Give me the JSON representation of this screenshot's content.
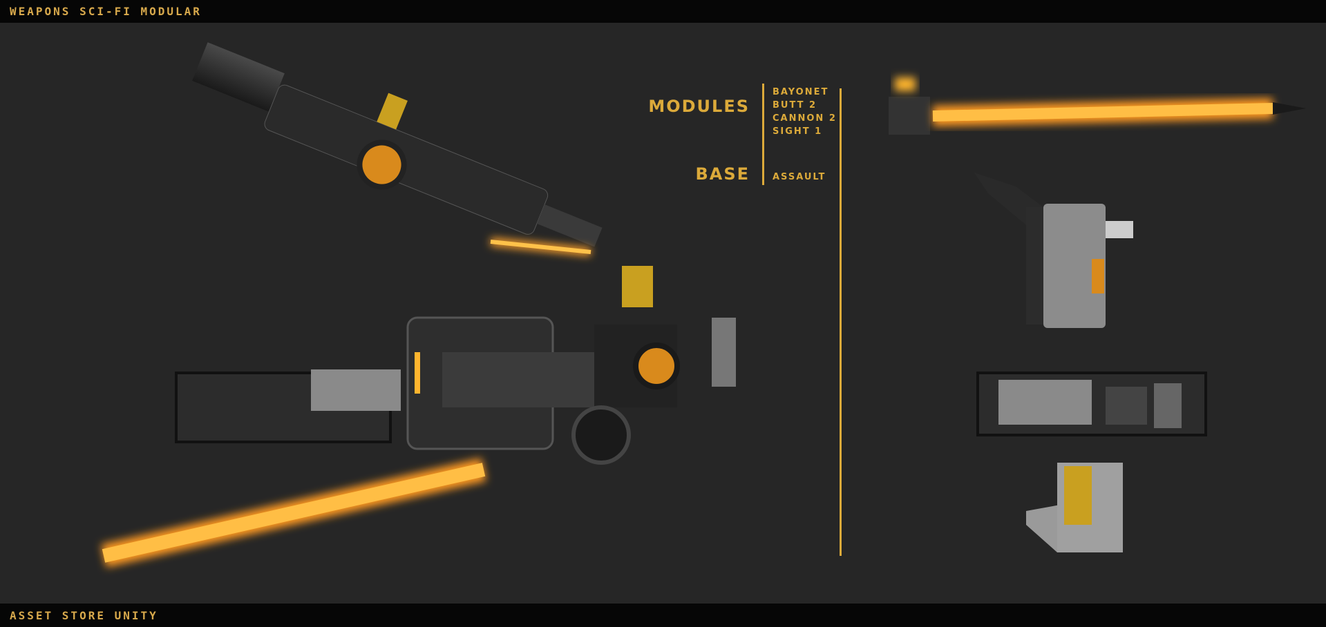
{
  "header": {
    "title": "Weapons Sci-Fi Modular"
  },
  "footer": {
    "text": "Asset Store Unity"
  },
  "info": {
    "modules_label": "Modules",
    "modules": [
      "Bayonet",
      "Butt 2",
      "Cannon 2",
      "Sight 1"
    ],
    "base_label": "Base",
    "base_value": "Assault"
  },
  "colors": {
    "accent": "#dcaa3a",
    "background": "#262626",
    "bar": "#060606",
    "glow": "#ffb52e"
  }
}
